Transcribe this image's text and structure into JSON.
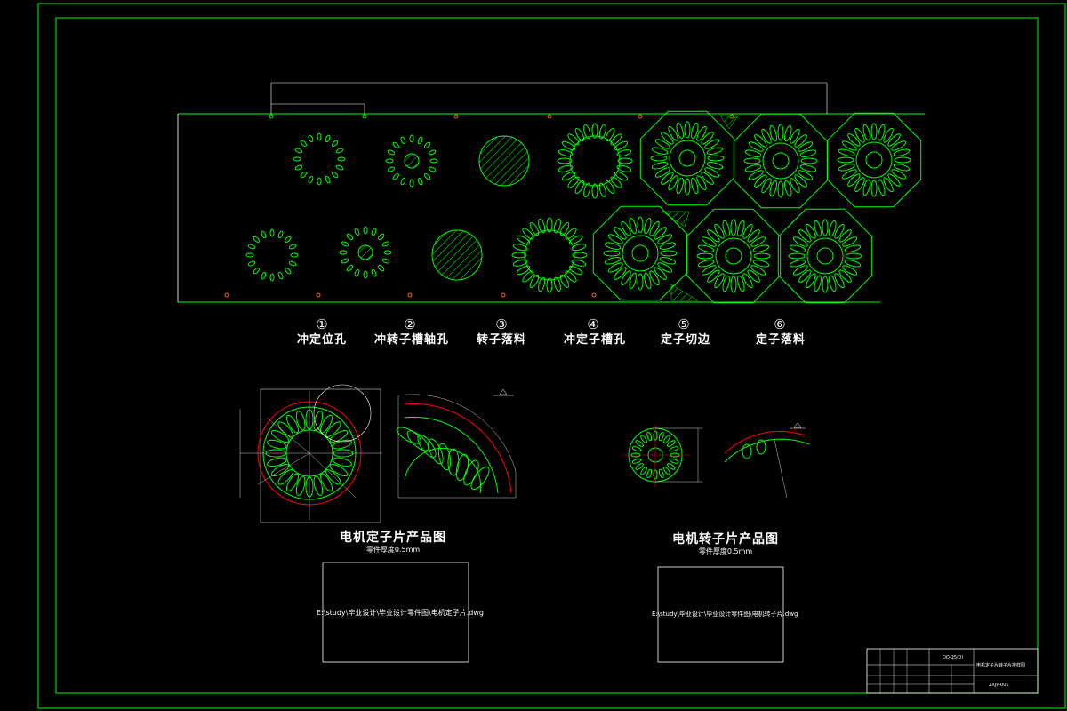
{
  "stages": [
    {
      "num": "①",
      "name": "冲定位孔"
    },
    {
      "num": "②",
      "name": "冲转子槽轴孔"
    },
    {
      "num": "③",
      "name": "转子落料"
    },
    {
      "num": "④",
      "name": "冲定子槽孔"
    },
    {
      "num": "⑤",
      "name": "定子切边"
    },
    {
      "num": "⑥",
      "name": "定子落料"
    }
  ],
  "stator_view": {
    "title": "电机定子片产品图",
    "subtitle": "零件厚度0.5mm",
    "file_path": "E:\\study\\毕业设计\\毕业设计零件图\\电机定子片.dwg"
  },
  "rotor_view": {
    "title": "电机转子片产品图",
    "subtitle": "零件厚度0.5mm",
    "file_path": "E:\\study\\毕业设计\\毕业设计零件图\\电机转子片.dwg"
  },
  "title_block": {
    "drawing_name": "电机定子片转子片排样图",
    "drawing_no": "ZXJP-001",
    "material_cell": "DQ-25(0)"
  },
  "colors": {
    "line": "#00ff00",
    "frame": "#00ff00",
    "dimension": "#ffffff",
    "accent": "#ff0000",
    "pilot": "#ff6600"
  }
}
